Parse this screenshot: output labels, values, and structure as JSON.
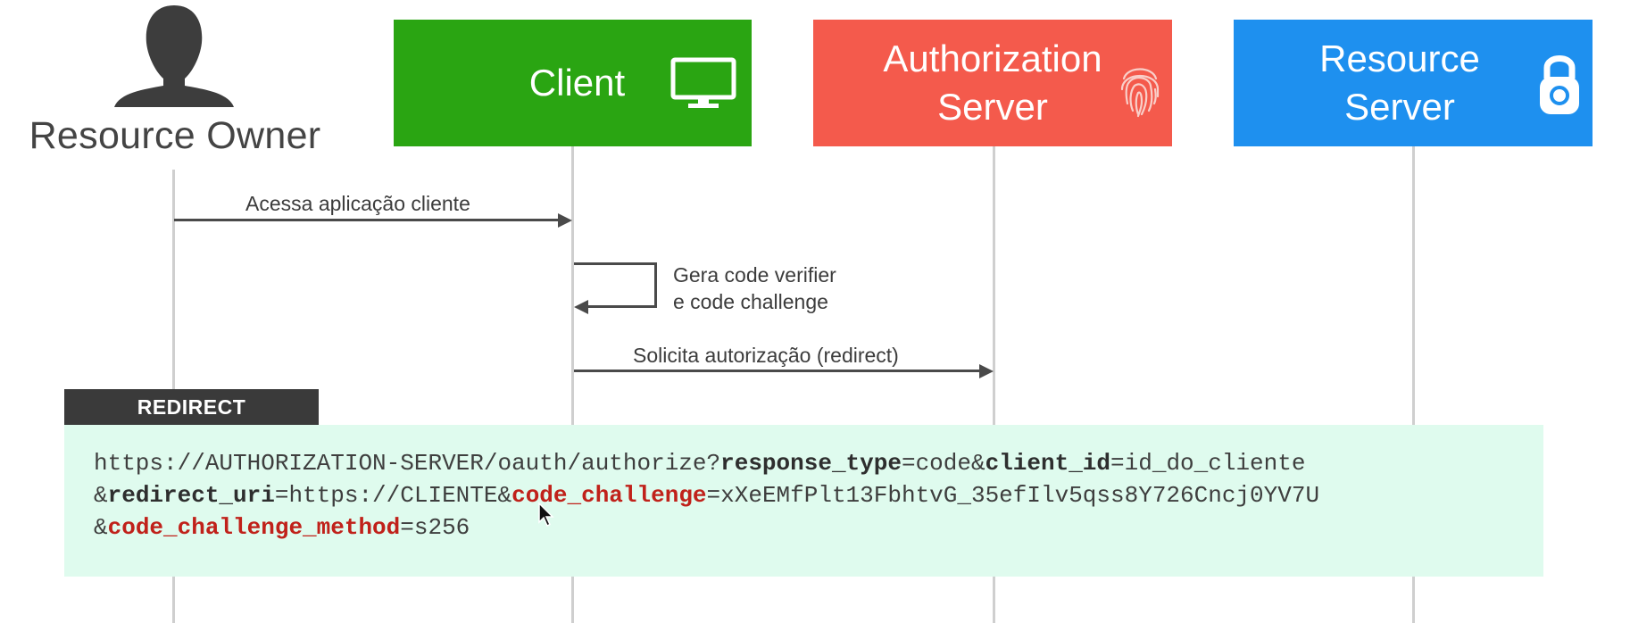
{
  "actors": {
    "resource_owner": {
      "label": "Resource Owner",
      "icon": "person-silhouette-icon"
    },
    "client": {
      "label": "Client",
      "icon": "monitor-icon",
      "color": "#2aa512"
    },
    "authorization_server": {
      "label": "Authorization\nServer",
      "icon": "fingerprint-icon",
      "color": "#f45a4c"
    },
    "resource_server": {
      "label": "Resource\nServer",
      "icon": "padlock-icon",
      "color": "#1e90ef"
    }
  },
  "messages": [
    {
      "label": "Acessa aplicação cliente",
      "from": "Resource Owner",
      "to": "Client"
    },
    {
      "label": "Gera code verifier\ne code challenge",
      "from": "Client",
      "to": "Client"
    },
    {
      "label": "Solicita autorização (redirect)",
      "from": "Client",
      "to": "Authorization Server"
    }
  ],
  "redirect": {
    "tab_label": "REDIRECT",
    "url": {
      "line1": {
        "p1": "https://AUTHORIZATION-SERVER/oauth/authorize?",
        "k1": "response_type",
        "p2": "=code&",
        "k2": "client_id",
        "p3": "=id_do_cliente"
      },
      "line2": {
        "p1": "&",
        "k1": "redirect_uri",
        "p2": "=https://CLIENTE&",
        "k2": "code_challenge",
        "p3": "=xXeEMfPlt13FbhtvG_35efIlv5qss8Y726Cncj0YV7U"
      },
      "line3": {
        "p1": "&",
        "k1": "code_challenge_method",
        "p2": "=s256"
      }
    }
  }
}
